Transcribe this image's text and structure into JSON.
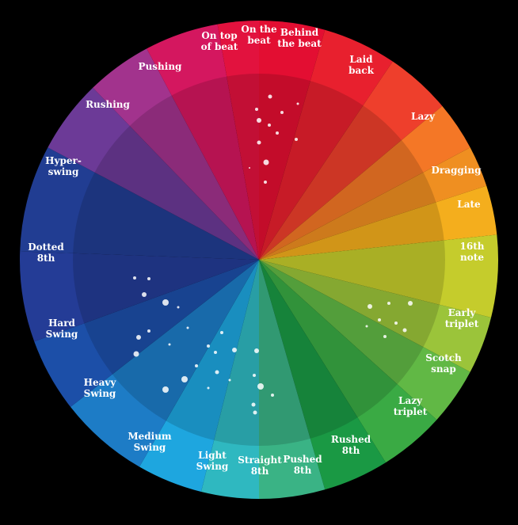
{
  "diagram": {
    "segments": [
      {
        "lines": [
          "On the",
          "beat"
        ],
        "color": "#e30e32"
      },
      {
        "lines": [
          "Behind",
          "the beat"
        ],
        "color": "#e8202e"
      },
      {
        "lines": [
          "Laid",
          "back"
        ],
        "color": "#ee3f2c"
      },
      {
        "lines": [
          "Lazy"
        ],
        "color": "#f47726"
      },
      {
        "lines": [
          "Dragging"
        ],
        "color": "#ef8f21"
      },
      {
        "lines": [
          "Late"
        ],
        "color": "#f4ae1d"
      },
      {
        "lines": [
          "16th",
          "note"
        ],
        "color": "#c5cc2c"
      },
      {
        "lines": [
          "Early",
          "triplet"
        ],
        "color": "#9bc43a"
      },
      {
        "lines": [
          "Scotch",
          "snap"
        ],
        "color": "#61b845"
      },
      {
        "lines": [
          "Lazy",
          "triplet"
        ],
        "color": "#3aaa44"
      },
      {
        "lines": [
          "Rushed",
          "8th"
        ],
        "color": "#1a9944"
      },
      {
        "lines": [
          "Pushed",
          "8th"
        ],
        "color": "#3ab385"
      },
      {
        "lines": [
          "Straight",
          "8th"
        ],
        "color": "#2fb8c0"
      },
      {
        "lines": [
          "Light",
          "Swing"
        ],
        "color": "#1ea6df"
      },
      {
        "lines": [
          "Medium",
          "Swing"
        ],
        "color": "#1d7cc6"
      },
      {
        "lines": [
          "Heavy",
          "Swing"
        ],
        "color": "#1c4fa8"
      },
      {
        "lines": [
          "Hard",
          "Swing"
        ],
        "color": "#243c96"
      },
      {
        "lines": [
          "Dotted",
          "8th"
        ],
        "color": "#213d92"
      },
      {
        "lines": [
          "Hyper-",
          "swing"
        ],
        "color": "#6c3a97"
      },
      {
        "lines": [
          "Rushing"
        ],
        "color": "#a2338d"
      },
      {
        "lines": [
          "Pushing"
        ],
        "color": "#d4175f"
      },
      {
        "lines": [
          "On top",
          "of beat"
        ],
        "color": "#e2123e"
      }
    ]
  }
}
